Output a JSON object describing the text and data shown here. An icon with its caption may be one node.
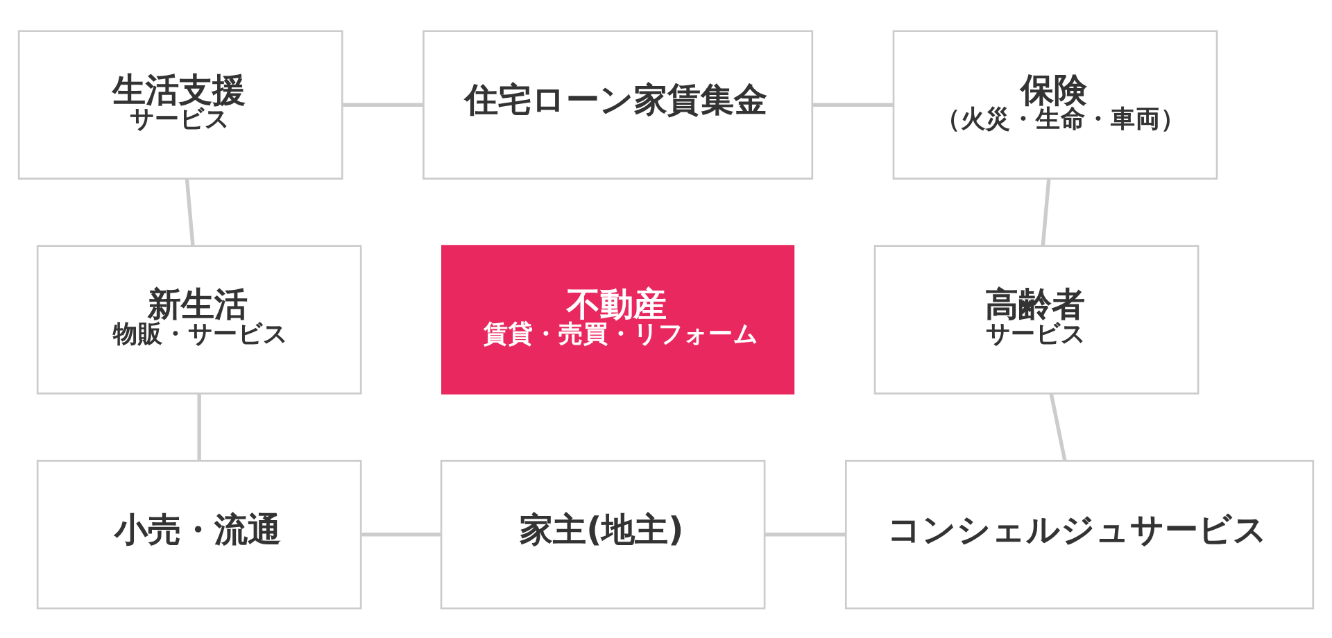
{
  "diagram": {
    "nodes": [
      {
        "text": [
          "生活支援",
          "サービス"
        ]
      },
      {
        "text": [
          "住宅ローン家賃集金"
        ]
      },
      {
        "text": [
          "保険",
          "（火災・生命・車両）"
        ]
      },
      {
        "text": [
          "新生活",
          "物販・サービス"
        ]
      },
      {
        "text": [
          "不動産",
          "賃貸・売買・リフォーム"
        ]
      },
      {
        "text": [
          "高齢者",
          "サービス"
        ]
      },
      {
        "text": [
          "小売・流通"
        ]
      },
      {
        "text": [
          "家主(地主)"
        ]
      },
      {
        "text": [
          "コンシェルジュサービス"
        ]
      }
    ],
    "edges": [
      {
        "from": 0,
        "to": 1,
        "arrow": "none"
      },
      {
        "from": 1,
        "to": 2,
        "arrow": "none"
      },
      {
        "from": 2,
        "to": 5,
        "arrow": "none"
      },
      {
        "from": 5,
        "to": 8,
        "arrow": "none"
      },
      {
        "from": 7,
        "to": 8,
        "arrow": "none"
      },
      {
        "from": 6,
        "to": 7,
        "arrow": "none"
      },
      {
        "from": 3,
        "to": 6,
        "arrow": "none"
      },
      {
        "from": 0,
        "to": 3,
        "arrow": "none"
      }
    ]
  }
}
